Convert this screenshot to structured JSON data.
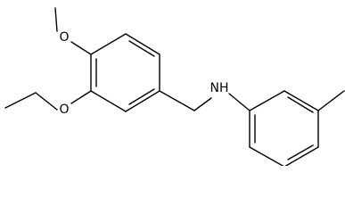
{
  "molecule": {
    "atoms": {
      "methoxy_oxygen": "O",
      "ethoxy_oxygen": "O",
      "amine": "NH"
    }
  }
}
